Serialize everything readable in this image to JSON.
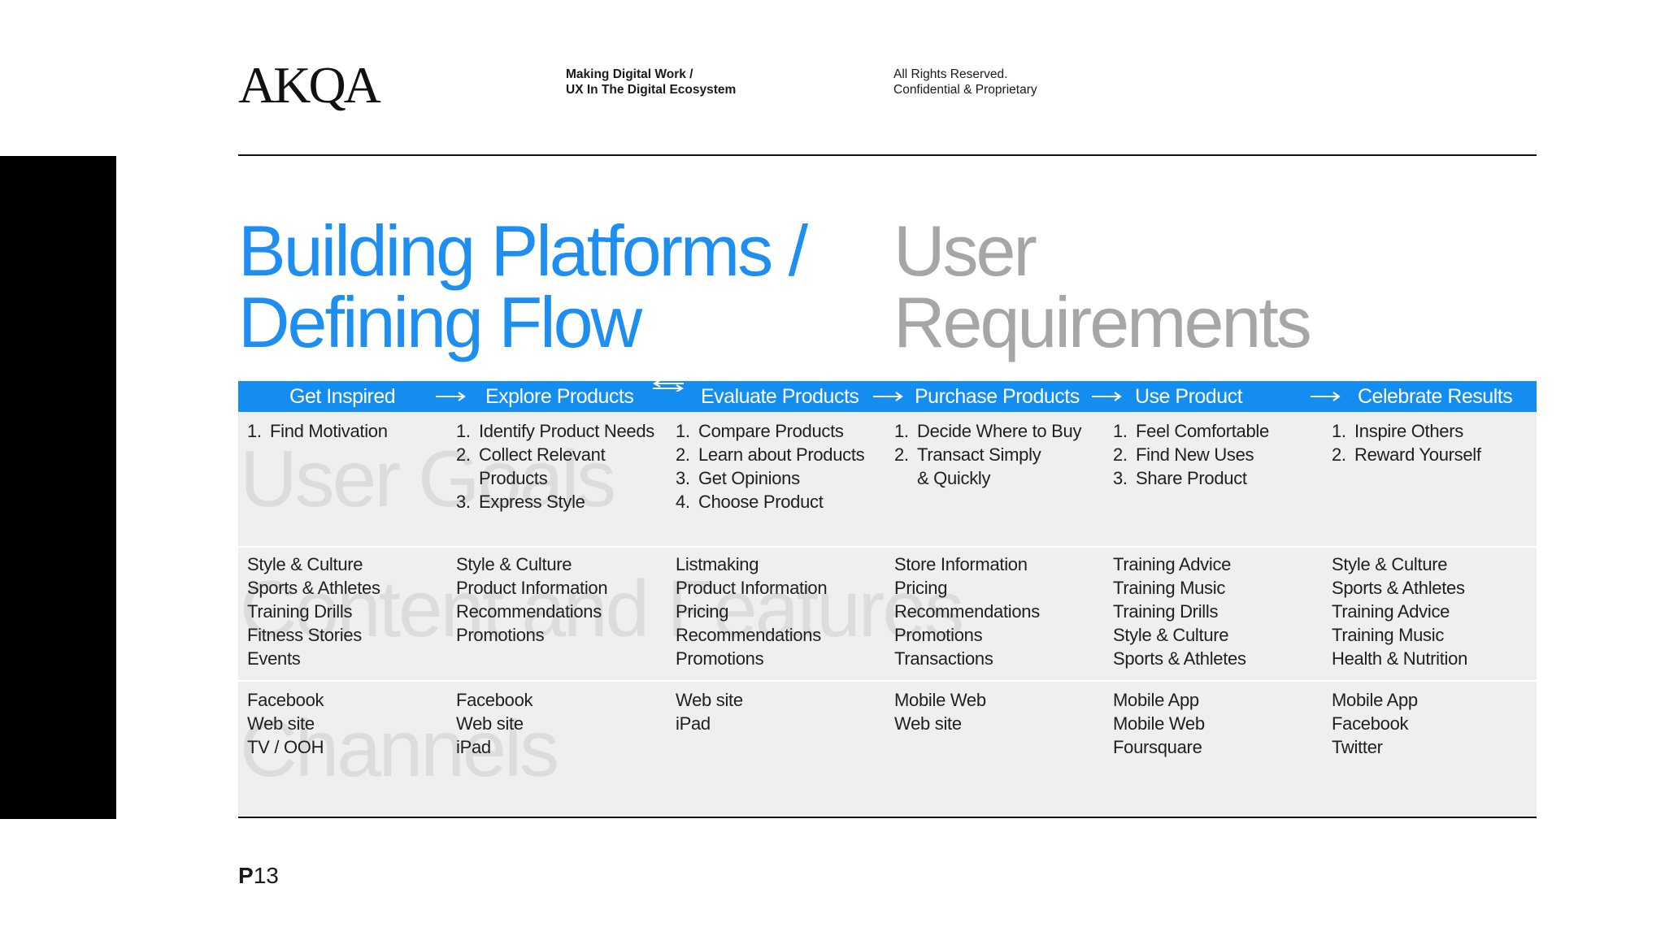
{
  "header": {
    "logo": "AKQA",
    "subtitle_line1": "Making Digital Work /",
    "subtitle_line2": "UX In The Digital Ecosystem",
    "rights_line1": "All Rights Reserved.",
    "rights_line2": "Confidential & Proprietary"
  },
  "title": {
    "blue_line1": "Building Platforms /",
    "blue_line2": "Defining Flow",
    "grey_line1": "User",
    "grey_line2": "Requirements"
  },
  "colors": {
    "accent": "#138ef0",
    "title_blue": "#1e8ff0",
    "title_grey": "#a6a6a6",
    "table_bg": "#efeff0"
  },
  "stages": [
    "Get Inspired",
    "Explore Products",
    "Evaluate Products",
    "Purchase Products",
    "Use Product",
    "Celebrate Results"
  ],
  "arrows": [
    "right-arrow-icon",
    "double-arrow-icon",
    "right-arrow-icon",
    "right-arrow-icon",
    "right-arrow-icon"
  ],
  "ghost_labels": {
    "goals": "User Goals",
    "content": "Content and Features",
    "channels": "Channels"
  },
  "goals": [
    [
      "Find Motivation"
    ],
    [
      "Identify Product Needs",
      "Collect Relevant",
      "Products",
      "Express Style"
    ],
    [
      "Compare Products",
      "Learn about Products",
      "Get Opinions",
      "Choose Product"
    ],
    [
      "Decide Where to Buy",
      "Transact Simply",
      "& Quickly"
    ],
    [
      "Feel Comfortable",
      "Find New Uses",
      "Share Product"
    ],
    [
      "Inspire Others",
      "Reward Yourself"
    ]
  ],
  "content": [
    [
      "Style & Culture",
      "Sports & Athletes",
      "Training Drills",
      "Fitness Stories",
      "Events"
    ],
    [
      "Style & Culture",
      "Product Information",
      "Recommendations",
      "Promotions"
    ],
    [
      "Listmaking",
      "Product Information",
      "Pricing",
      "Recommendations",
      "Promotions"
    ],
    [
      "Store Information",
      "Pricing",
      "Recommendations",
      "Promotions",
      "Transactions"
    ],
    [
      "Training Advice",
      "Training Music",
      "Training Drills",
      "Style & Culture",
      "Sports & Athletes"
    ],
    [
      "Style & Culture",
      "Sports & Athletes",
      "Training Advice",
      "Training Music",
      "Health & Nutrition"
    ]
  ],
  "channels": [
    [
      "Facebook",
      "Web site",
      "TV / OOH"
    ],
    [
      "Facebook",
      "Web site",
      "iPad"
    ],
    [
      "Web site",
      "iPad"
    ],
    [
      "Mobile Web",
      "Web site"
    ],
    [
      "Mobile App",
      "Mobile Web",
      "Foursquare"
    ],
    [
      "Mobile App",
      "Facebook",
      "Twitter"
    ]
  ],
  "numbers": [
    "1.",
    "2.",
    "3.",
    "4."
  ],
  "footer": {
    "page_prefix": "P",
    "page_number": "13"
  }
}
